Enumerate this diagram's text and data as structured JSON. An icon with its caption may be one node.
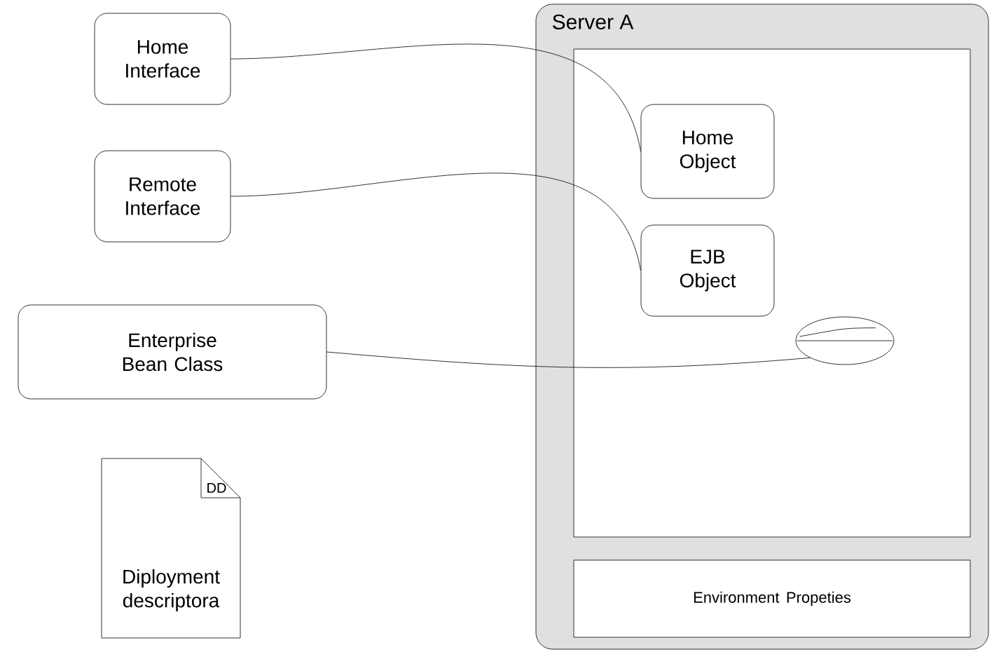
{
  "diagram": {
    "nodes": [
      {
        "text": [
          "Home Interface"
        ]
      },
      {
        "text": [
          "Remote Interface"
        ]
      },
      {
        "text": [
          "Enterprise Bean Class"
        ]
      },
      {
        "text": [
          "DD",
          "Diployment descriptora"
        ]
      },
      {
        "text": [
          "Server A"
        ]
      },
      {
        "text": [],
        "shape": "box",
        "in": 4
      },
      {
        "text": [
          "Home Object"
        ],
        "in": 5
      },
      {
        "text": [
          "EJB Object"
        ],
        "in": 5
      },
      {
        "text": [],
        "shape": "ellipse",
        "in": 5
      },
      {
        "text": [
          "Environment Propeties"
        ],
        "in": 4
      }
    ],
    "edges": [
      {
        "from": 0,
        "to": 6,
        "arrow": "none"
      },
      {
        "from": 1,
        "to": 7,
        "arrow": "none"
      },
      {
        "from": 2,
        "to": 8,
        "arrow": "none"
      }
    ]
  }
}
